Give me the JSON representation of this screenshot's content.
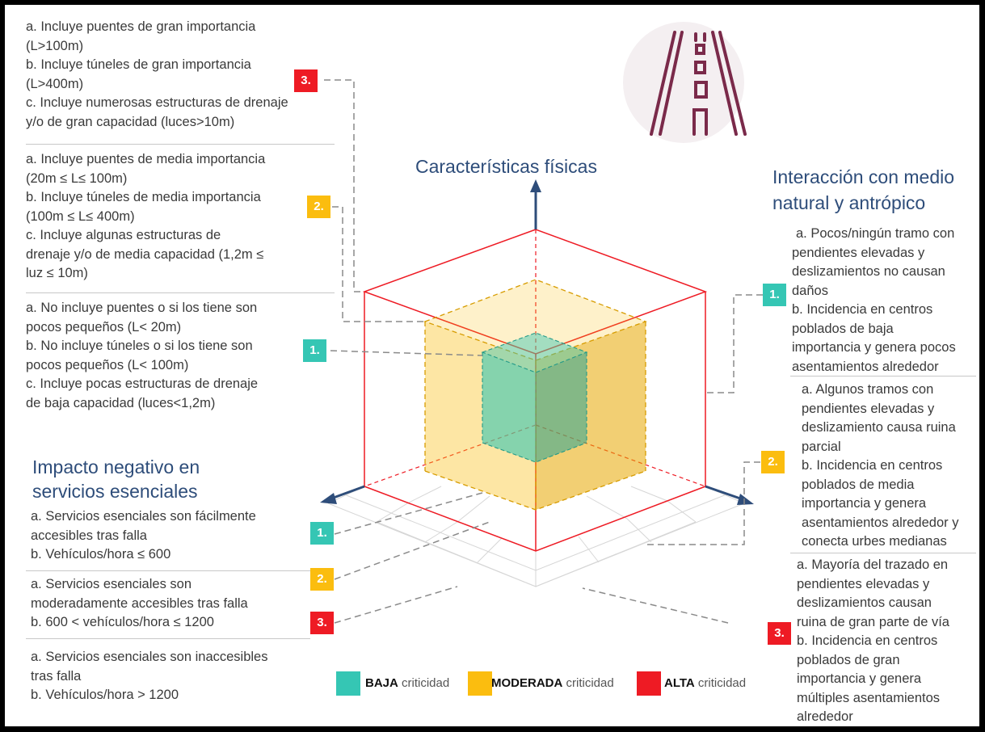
{
  "physical": {
    "level3": [
      "a. Incluye puentes de gran importancia",
      "(L>100m)",
      "b. Incluye túneles de gran importancia",
      "(L>400m)",
      "c. Incluye numerosas estructuras de drenaje",
      "y/o de gran capacidad (luces>10m)"
    ],
    "level2": [
      "a. Incluye puentes de media importancia",
      "(20m ≤ L≤ 100m)",
      "b. Incluye túneles de media importancia",
      "(100m ≤ L≤ 400m)",
      "c. Incluye algunas estructuras de",
      "drenaje y/o de media capacidad (1,2m ≤",
      "luz ≤  10m)"
    ],
    "level1": [
      "a. No incluye puentes o si los tiene son",
      "pocos pequeños (L< 20m)",
      "b. No incluye túneles o si los tiene son",
      "pocos pequeños (L< 100m)",
      "c. Incluye pocas estructuras de drenaje",
      "de baja capacidad (luces<1,2m)"
    ]
  },
  "headings": {
    "physical": "Características físicas",
    "natural": [
      "Interacción con medio",
      "natural y antrópico"
    ],
    "impact": [
      "Impacto negativo en",
      "servicios esenciales"
    ]
  },
  "natural": {
    "level1": [
      "a. Pocos/ningún tramo con",
      "pendientes elevadas y",
      "deslizamientos no causan",
      "daños",
      "b. Incidencia en centros",
      "poblados de baja",
      "importancia y genera pocos",
      "asentamientos alrededor"
    ],
    "level2": [
      "a. Algunos tramos con",
      "pendientes elevadas y",
      "deslizamiento causa ruina",
      "parcial",
      "b. Incidencia en centros",
      "poblados de media",
      "importancia y genera",
      "asentamientos alrededor y",
      "conecta urbes medianas"
    ],
    "level3": [
      "a. Mayoría del trazado en",
      "pendientes elevadas y",
      "deslizamientos causan",
      "ruina de gran parte de vía",
      "b. Incidencia en centros",
      "poblados de gran",
      "importancia y genera",
      "múltiples asentamientos",
      "alrededor"
    ]
  },
  "impact": {
    "level1": [
      "a. Servicios esenciales son fácilmente",
      "accesibles tras falla",
      "b. Vehículos/hora ≤ 600"
    ],
    "level2": [
      "a. Servicios esenciales son",
      "moderadamente accesibles tras falla",
      "b. 600 < vehículos/hora ≤ 1200"
    ],
    "level3": [
      "a. Servicios esenciales son inaccesibles",
      "tras falla",
      "b. Vehículos/hora > 1200"
    ]
  },
  "badges": {
    "one": "1.",
    "two": "2.",
    "three": "3."
  },
  "legend": [
    {
      "strong": "BAJA",
      "rest": " criticidad",
      "color": "#35c6b4"
    },
    {
      "strong": "MODERADA",
      "rest": " criticidad",
      "color": "#fbbd0f"
    },
    {
      "strong": "ALTA",
      "rest": " criticidad",
      "color": "#ee1b24"
    }
  ],
  "colors": {
    "baja": "#35c6b4",
    "moderada": "#fbbd0f",
    "alta": "#ee1b24",
    "axis": "#2e4d7a",
    "heading": "#2e4d7a",
    "road_icon": "#7a2a4a"
  },
  "icons": {
    "road": "road-icon"
  }
}
